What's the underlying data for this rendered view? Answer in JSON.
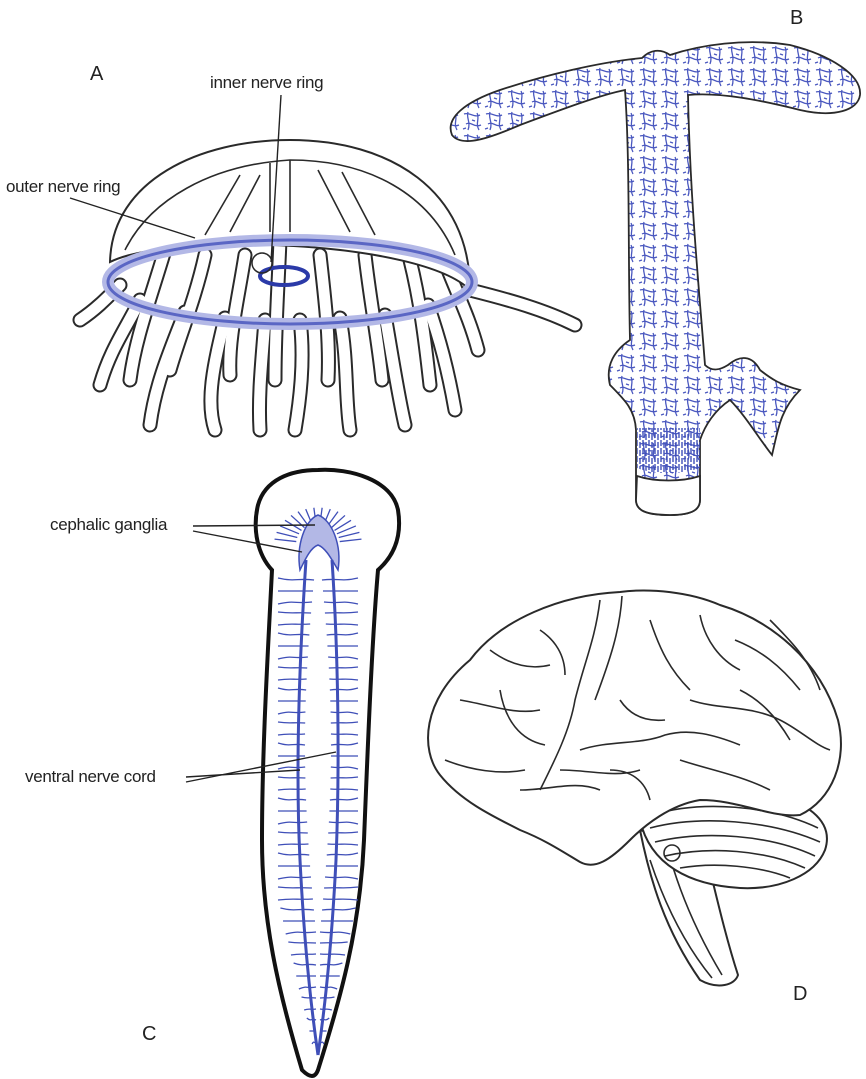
{
  "panels": {
    "a": {
      "letter": "A",
      "labels": {
        "inner": "inner nerve ring",
        "outer": "outer nerve ring"
      }
    },
    "b": {
      "letter": "B"
    },
    "c": {
      "letter": "C",
      "labels": {
        "ganglia": "cephalic ganglia",
        "cord": "ventral nerve cord"
      }
    },
    "d": {
      "letter": "D"
    }
  },
  "colors": {
    "nerve": "#3f4fb8",
    "nerve_light": "#b3b8e6",
    "outline": "#2a2a2a",
    "background": "#ffffff"
  }
}
